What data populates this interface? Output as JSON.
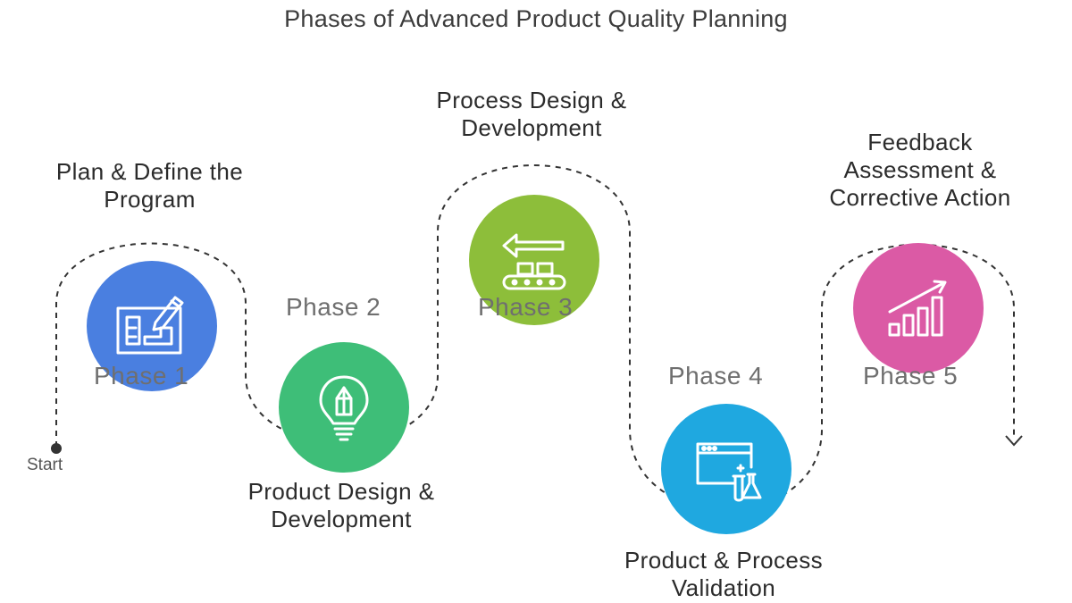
{
  "title": "Phases of Advanced Product Quality Planning",
  "start_label": "Start",
  "phases": [
    {
      "label": "Phase 1",
      "description": [
        "Plan & Define the",
        "Program"
      ],
      "color": "#4A7FE0",
      "icon": "blueprint-pencil-icon"
    },
    {
      "label": "Phase 2",
      "description": [
        "Product Design &",
        "Development"
      ],
      "color": "#3EBE78",
      "icon": "lightbulb-pencil-icon"
    },
    {
      "label": "Phase 3",
      "description": [
        "Process Design &",
        "Development"
      ],
      "color": "#8DBE3A",
      "icon": "conveyor-belt-icon"
    },
    {
      "label": "Phase 4",
      "description": [
        "Product & Process",
        "Validation"
      ],
      "color": "#1FA8E0",
      "icon": "browser-lab-flask-icon"
    },
    {
      "label": "Phase 5",
      "description": [
        "Feedback",
        "Assessment &",
        "Corrective Action"
      ],
      "color": "#DB5AA5",
      "icon": "growth-chart-icon"
    }
  ]
}
